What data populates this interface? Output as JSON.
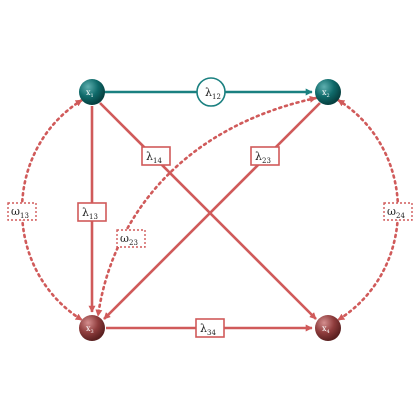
{
  "colors": {
    "teal": "#1a8080",
    "red": "#d05a5a",
    "teal_node": "#0f5f5f",
    "red_node": "#8a3a3a"
  },
  "nodes": [
    {
      "id": "x1",
      "label": "x",
      "sub": "1",
      "color": "teal"
    },
    {
      "id": "x2",
      "label": "x",
      "sub": "2",
      "color": "teal"
    },
    {
      "id": "x3",
      "label": "x",
      "sub": "3",
      "color": "red"
    },
    {
      "id": "x4",
      "label": "x",
      "sub": "4",
      "color": "red"
    }
  ],
  "edges": [
    {
      "id": "l12",
      "from": "x1",
      "to": "x2",
      "label": "λ",
      "sub": "12",
      "style": "solid",
      "color": "teal",
      "box": "circle"
    },
    {
      "id": "l14",
      "from": "x1",
      "to": "x4",
      "label": "λ",
      "sub": "14",
      "style": "solid",
      "color": "red",
      "box": "rect"
    },
    {
      "id": "l13",
      "from": "x1",
      "to": "x3",
      "label": "λ",
      "sub": "13",
      "style": "solid",
      "color": "red",
      "box": "rect"
    },
    {
      "id": "l23",
      "from": "x2",
      "to": "x3",
      "label": "λ",
      "sub": "23",
      "style": "solid",
      "color": "red",
      "box": "rect"
    },
    {
      "id": "l34",
      "from": "x3",
      "to": "x4",
      "label": "λ",
      "sub": "34",
      "style": "solid",
      "color": "red",
      "box": "rect"
    },
    {
      "id": "w13",
      "from": "x1",
      "to": "x3",
      "label": "ω",
      "sub": "13",
      "style": "dotted",
      "color": "red",
      "box": "dashed"
    },
    {
      "id": "w23",
      "from": "x2",
      "to": "x3",
      "label": "ω",
      "sub": "23",
      "style": "dotted",
      "color": "red",
      "box": "dashed"
    },
    {
      "id": "w24",
      "from": "x2",
      "to": "x4",
      "label": "ω",
      "sub": "24",
      "style": "dotted",
      "color": "red",
      "box": "dashed"
    }
  ]
}
